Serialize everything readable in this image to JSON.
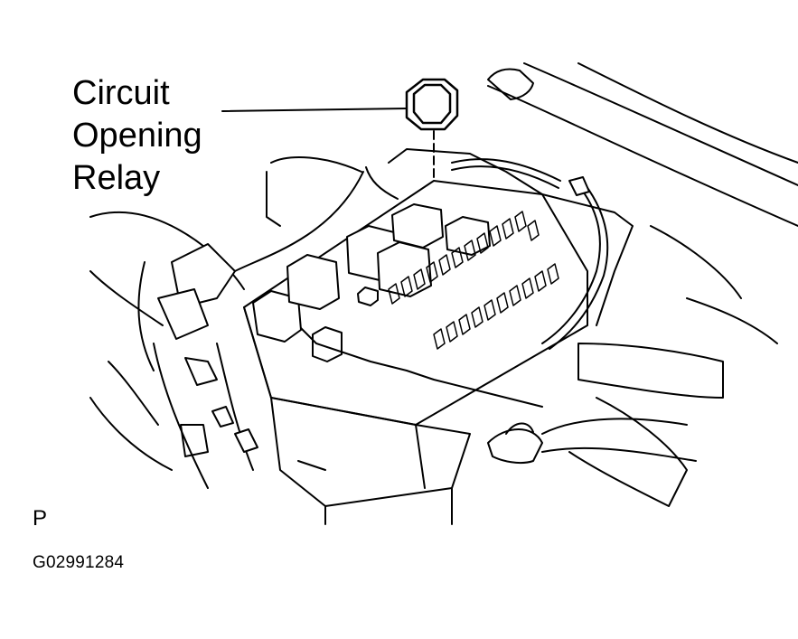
{
  "callout": {
    "lines": [
      "Circuit",
      "Opening",
      "Relay"
    ]
  },
  "view_marker": "P",
  "figure_id": "G02991284"
}
